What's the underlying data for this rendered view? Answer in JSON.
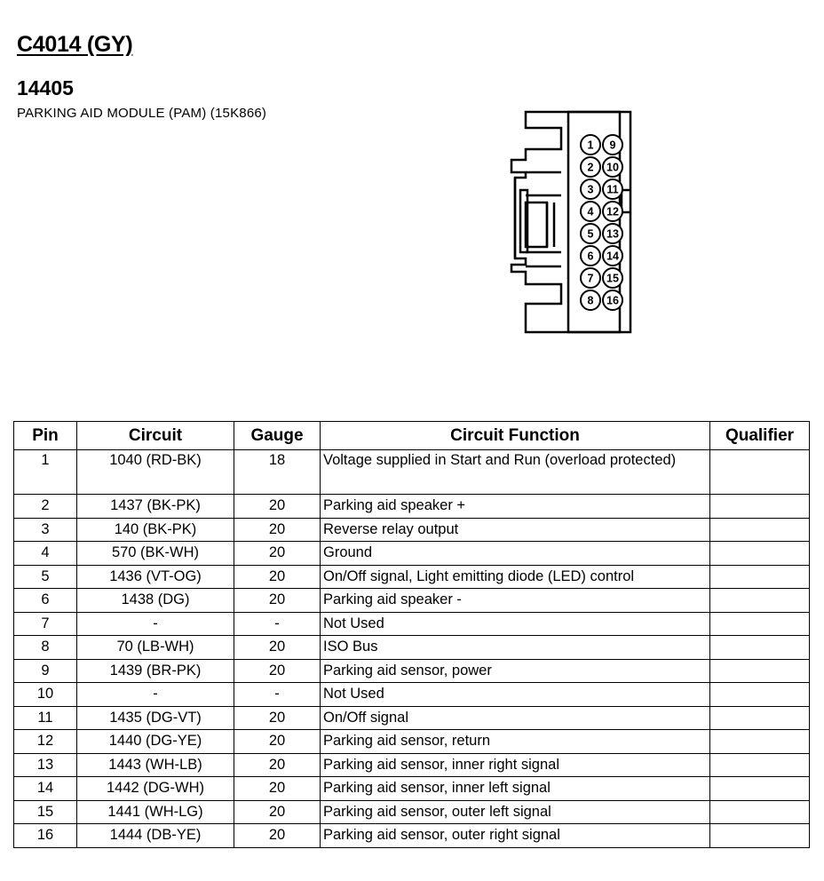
{
  "header": {
    "connector_id": "C4014 (GY)",
    "part_number": "14405",
    "description": "PARKING AID MODULE (PAM) (15K866)"
  },
  "connector_pins": {
    "left_column": [
      "1",
      "2",
      "3",
      "4",
      "5",
      "6",
      "7",
      "8"
    ],
    "right_column": [
      "9",
      "10",
      "11",
      "12",
      "13",
      "14",
      "15",
      "16"
    ]
  },
  "table": {
    "columns": [
      "Pin",
      "Circuit",
      "Gauge",
      "Circuit Function",
      "Qualifier"
    ],
    "rows": [
      {
        "pin": "1",
        "circuit": "1040 (RD-BK)",
        "gauge": "18",
        "function": "Voltage supplied in Start and Run (overload protected)",
        "qualifier": ""
      },
      {
        "pin": "2",
        "circuit": "1437 (BK-PK)",
        "gauge": "20",
        "function": "Parking aid speaker +",
        "qualifier": ""
      },
      {
        "pin": "3",
        "circuit": "140 (BK-PK)",
        "gauge": "20",
        "function": "Reverse relay output",
        "qualifier": ""
      },
      {
        "pin": "4",
        "circuit": "570 (BK-WH)",
        "gauge": "20",
        "function": "Ground",
        "qualifier": ""
      },
      {
        "pin": "5",
        "circuit": "1436 (VT-OG)",
        "gauge": "20",
        "function": "On/Off signal, Light emitting diode (LED) control",
        "qualifier": ""
      },
      {
        "pin": "6",
        "circuit": "1438 (DG)",
        "gauge": "20",
        "function": "Parking aid speaker -",
        "qualifier": ""
      },
      {
        "pin": "7",
        "circuit": "-",
        "gauge": "-",
        "function": "Not Used",
        "qualifier": ""
      },
      {
        "pin": "8",
        "circuit": "70 (LB-WH)",
        "gauge": "20",
        "function": "ISO Bus",
        "qualifier": ""
      },
      {
        "pin": "9",
        "circuit": "1439 (BR-PK)",
        "gauge": "20",
        "function": "Parking aid sensor, power",
        "qualifier": ""
      },
      {
        "pin": "10",
        "circuit": "-",
        "gauge": "-",
        "function": "Not Used",
        "qualifier": ""
      },
      {
        "pin": "11",
        "circuit": "1435 (DG-VT)",
        "gauge": "20",
        "function": "On/Off signal",
        "qualifier": ""
      },
      {
        "pin": "12",
        "circuit": "1440 (DG-YE)",
        "gauge": "20",
        "function": "Parking aid sensor, return",
        "qualifier": ""
      },
      {
        "pin": "13",
        "circuit": "1443 (WH-LB)",
        "gauge": "20",
        "function": "Parking aid sensor, inner right signal",
        "qualifier": ""
      },
      {
        "pin": "14",
        "circuit": "1442 (DG-WH)",
        "gauge": "20",
        "function": "Parking aid sensor, inner left signal",
        "qualifier": ""
      },
      {
        "pin": "15",
        "circuit": "1441 (WH-LG)",
        "gauge": "20",
        "function": "Parking aid sensor, outer left signal",
        "qualifier": ""
      },
      {
        "pin": "16",
        "circuit": "1444 (DB-YE)",
        "gauge": "20",
        "function": "Parking aid sensor, outer right signal",
        "qualifier": ""
      }
    ]
  }
}
